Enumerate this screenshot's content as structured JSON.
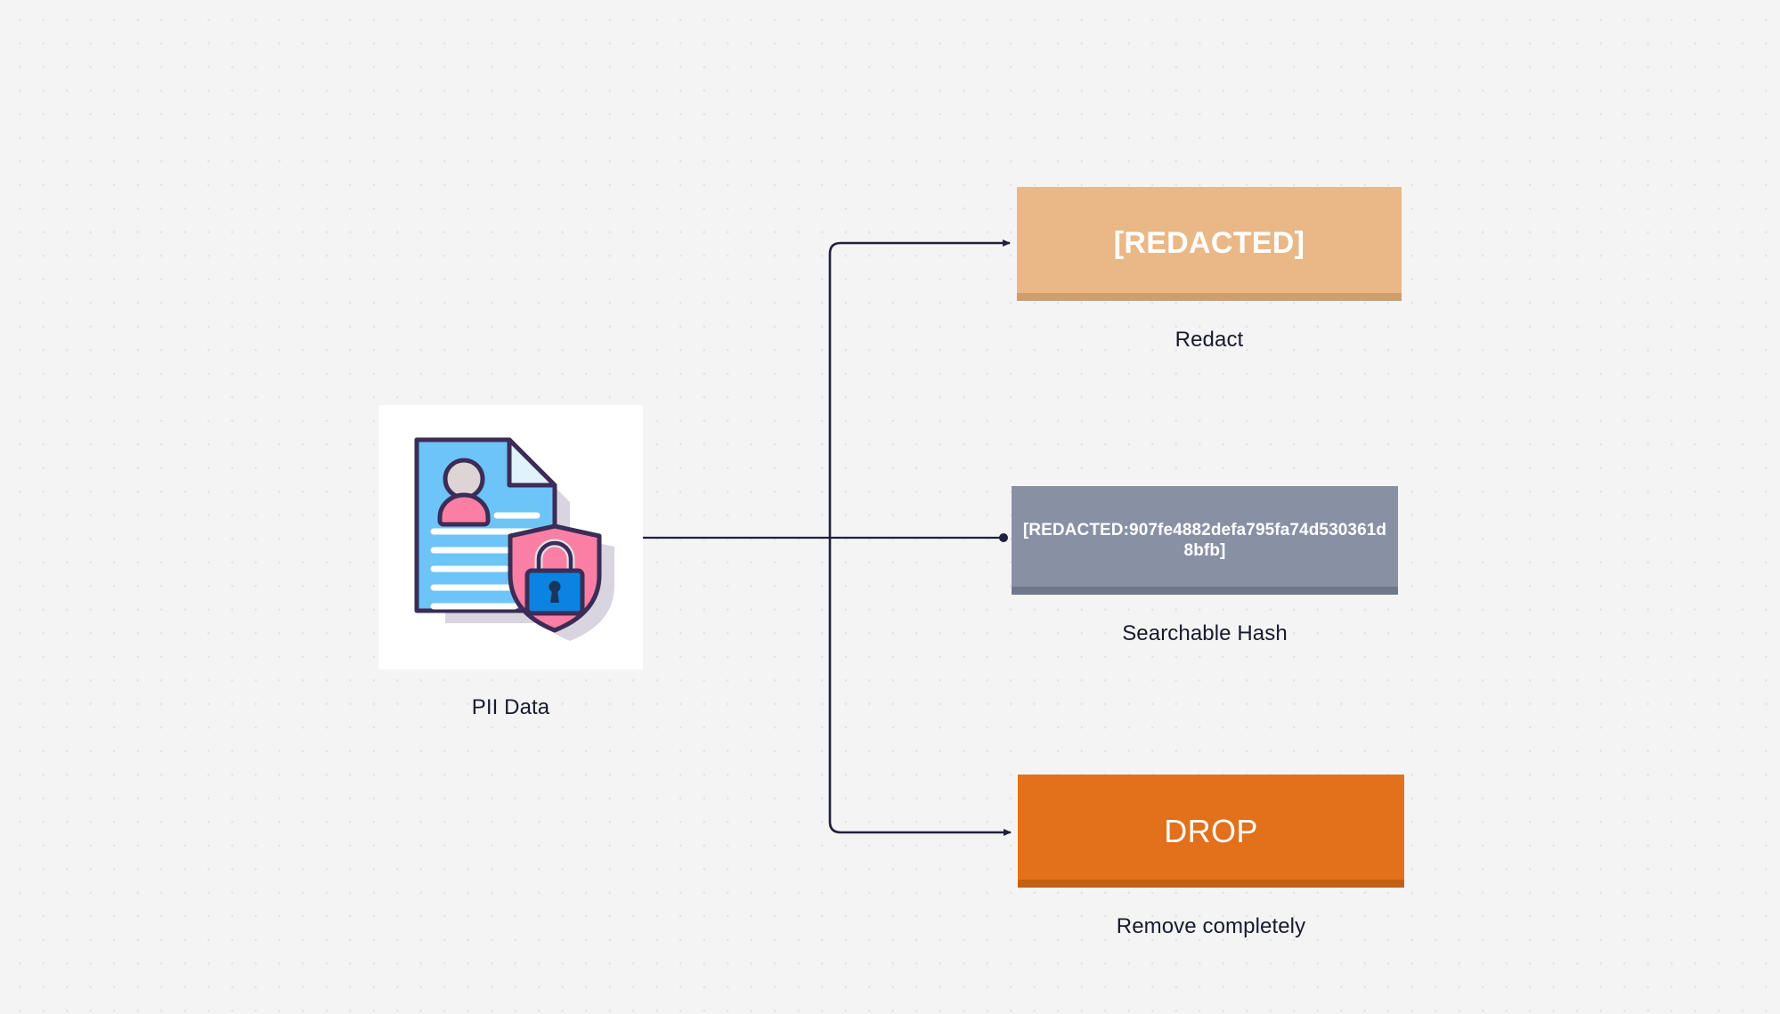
{
  "diagram": {
    "background_color": "#f4f4f5",
    "connector_color": "#20203c",
    "source": {
      "icon_name": "pii-document-shield-lock-icon",
      "caption": "PII Data"
    },
    "branches": [
      {
        "id": "redact",
        "box_text": "[REDACTED]",
        "caption": "Redact",
        "fill_color": "#eab887",
        "footer_color": "#cf9e6f",
        "text_color": "#ffffff",
        "connector_end": "arrow"
      },
      {
        "id": "searchable-hash",
        "box_text": "[REDACTED:907fe4882defa795fa74d530361d8bfb]",
        "caption": "Searchable Hash",
        "fill_color": "#8891a4",
        "footer_color": "#6f788b",
        "text_color": "#ffffff",
        "connector_end": "dot"
      },
      {
        "id": "drop",
        "box_text": "DROP",
        "caption": "Remove completely",
        "fill_color": "#e3701a",
        "footer_color": "#c55f12",
        "text_color": "#ffffff",
        "connector_end": "arrow"
      }
    ]
  }
}
